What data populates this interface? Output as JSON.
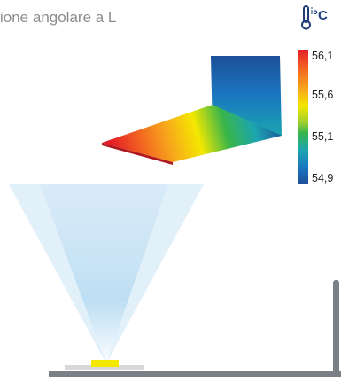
{
  "title": "ione angolare a L",
  "icon": "thermometer-icon",
  "unit": "°C",
  "scale": {
    "ticks": [
      "56,1",
      "55,6",
      "55,1",
      "54,9"
    ],
    "colors": [
      "#e41e26",
      "#f4e800",
      "#39b54a",
      "#1a77c0",
      "#1d4f99"
    ]
  },
  "model": {
    "wall_colors": [
      "#1d4f99",
      "#1a77c0",
      "#1ca5b0"
    ],
    "floor_colors": [
      "#e41e26",
      "#f26522",
      "#f7a81b",
      "#f4e800",
      "#39b54a",
      "#1ca5b0",
      "#1d4f99"
    ]
  },
  "scene": {
    "light_color": "#b9dcf2",
    "emitter_color": "#f4e800",
    "profile_color": "#7b7f86"
  }
}
